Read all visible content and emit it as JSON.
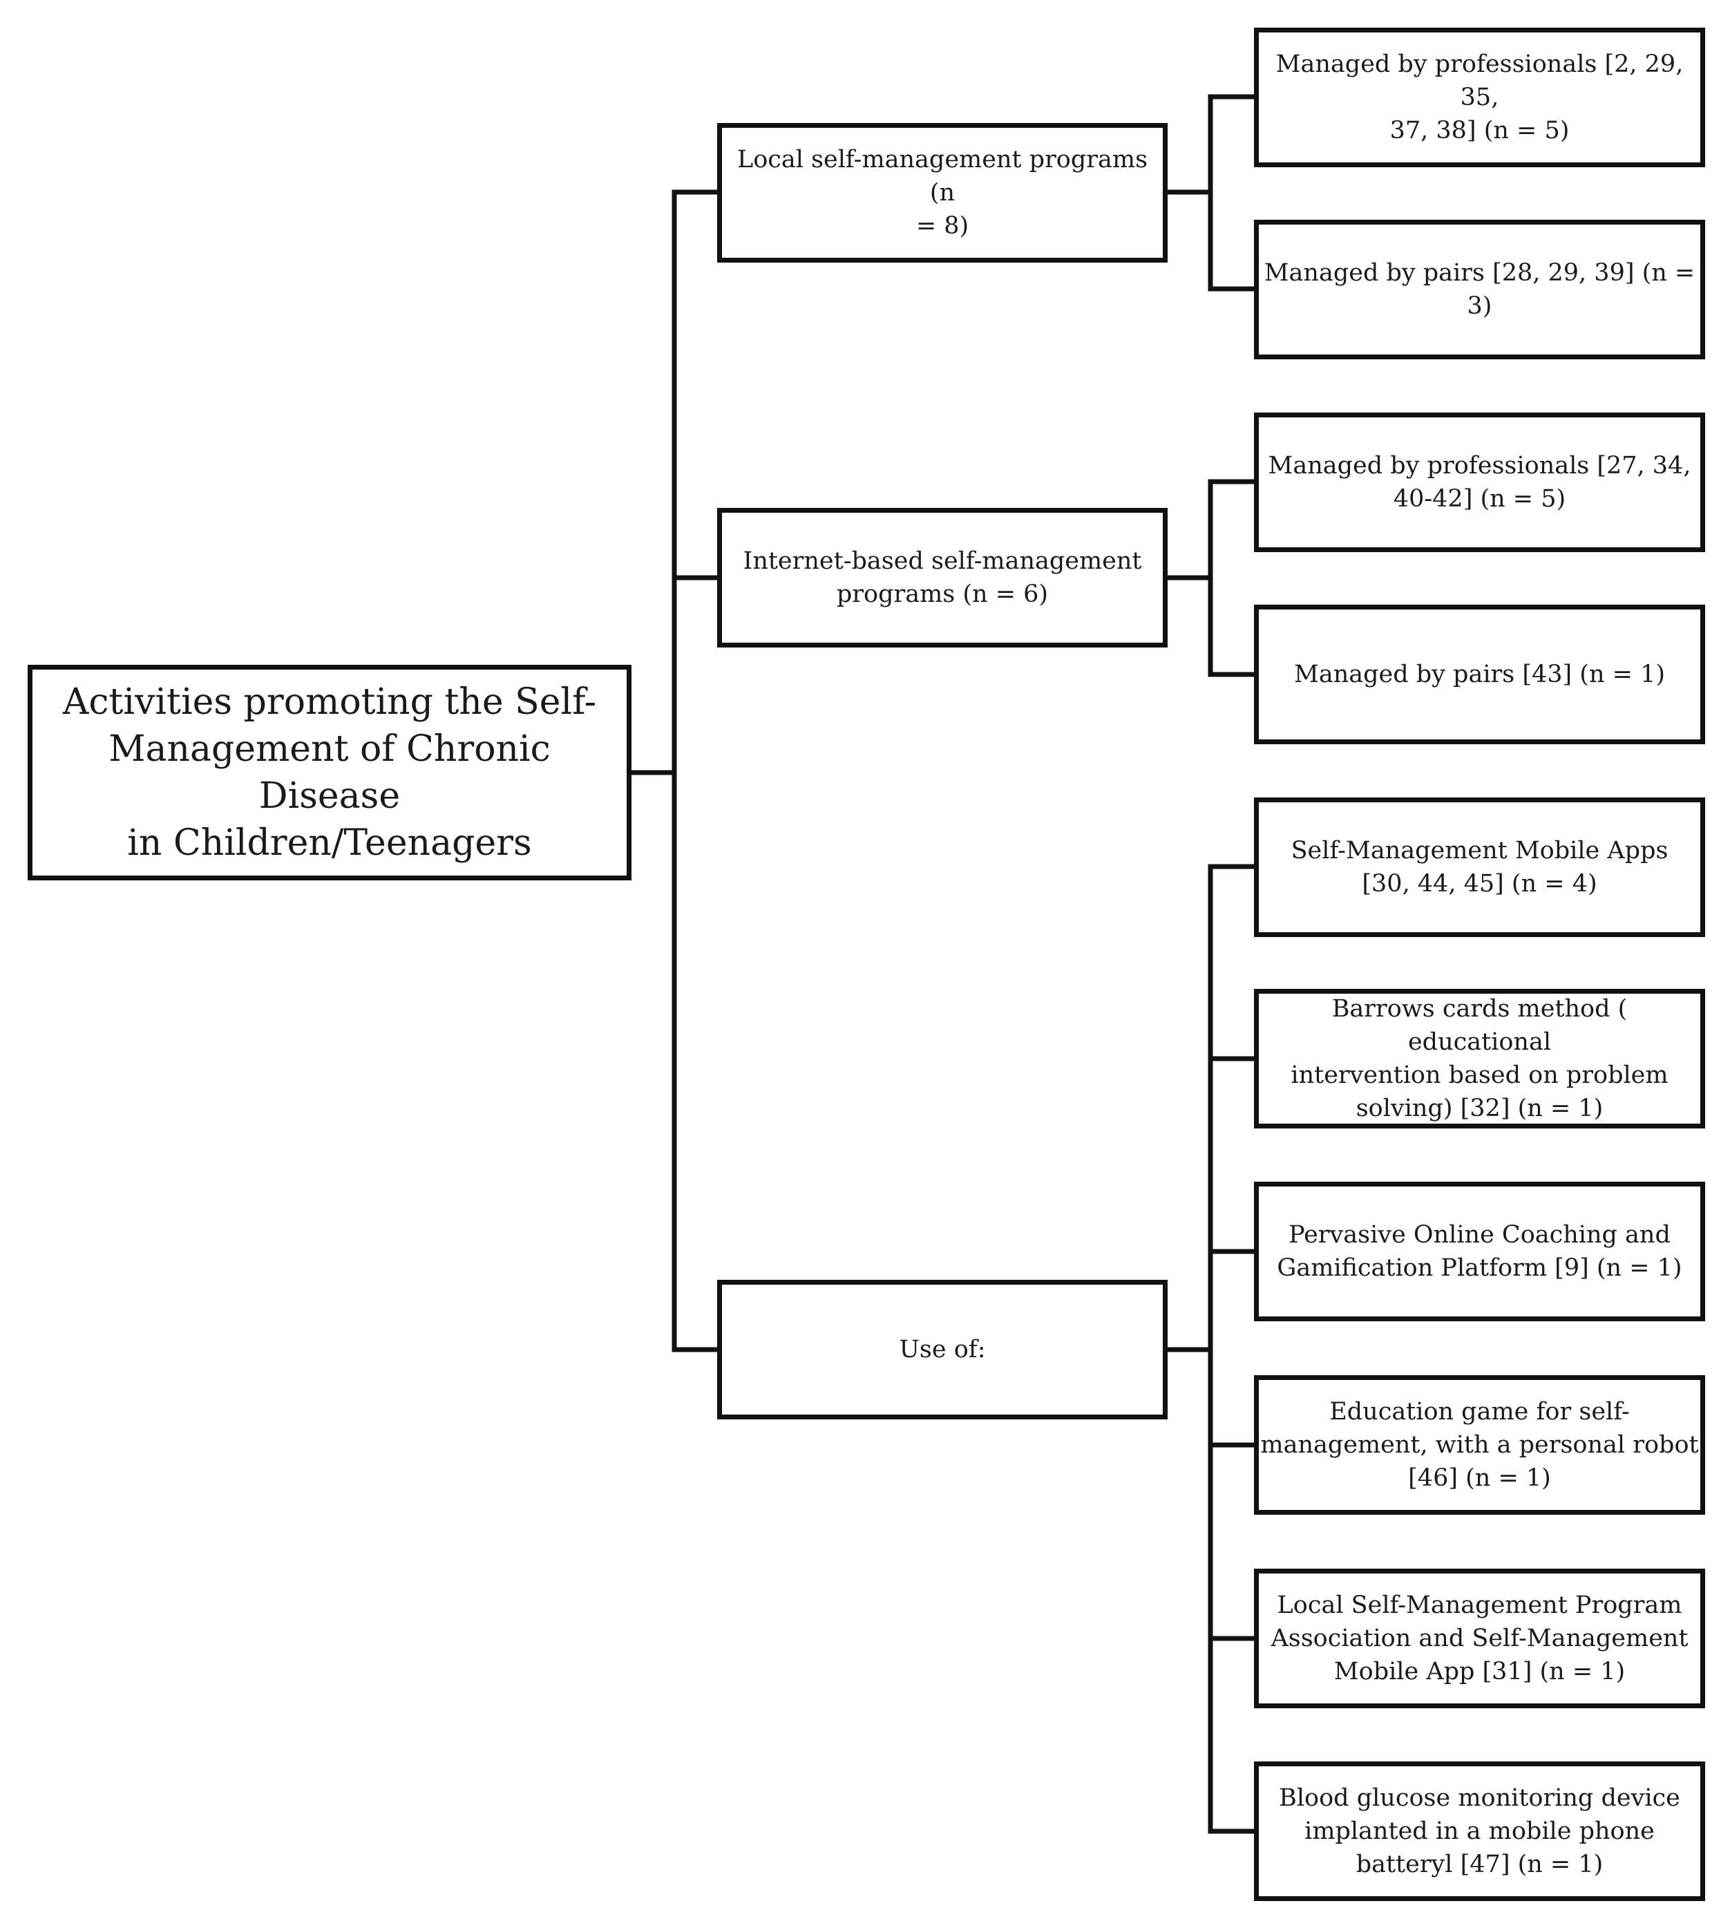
{
  "root": {
    "label": "Activities promoting the Self-\nManagement of Chronic Disease\nin Children/Teenagers"
  },
  "branches": [
    {
      "label": "Local self-management programs (n\n= 8)",
      "children": [
        "Managed by professionals [2, 29, 35,\n37, 38] (n = 5)",
        "Managed by pairs [28, 29, 39] (n = 3)"
      ]
    },
    {
      "label": "Internet-based self-management\nprograms (n = 6)",
      "children": [
        "Managed by professionals [27, 34,\n40-42] (n = 5)",
        "Managed by pairs [43] (n = 1)"
      ]
    },
    {
      "label": "Use of:",
      "children": [
        "Self-Management Mobile Apps\n[30, 44, 45] (n = 4)",
        "Barrows cards method ( educational\nintervention based on problem\nsolving) [32] (n = 1)",
        "Pervasive Online Coaching and\nGamification Platform [9] (n = 1)",
        "Education game for self-\nmanagement, with a personal robot\n[46] (n = 1)",
        "Local Self-Management Program\nAssociation and Self-Management\nMobile App [31] (n = 1)",
        "Blood glucose monitoring device\nimplanted in a mobile phone\nbatteryl [47] (n = 1)"
      ]
    }
  ]
}
